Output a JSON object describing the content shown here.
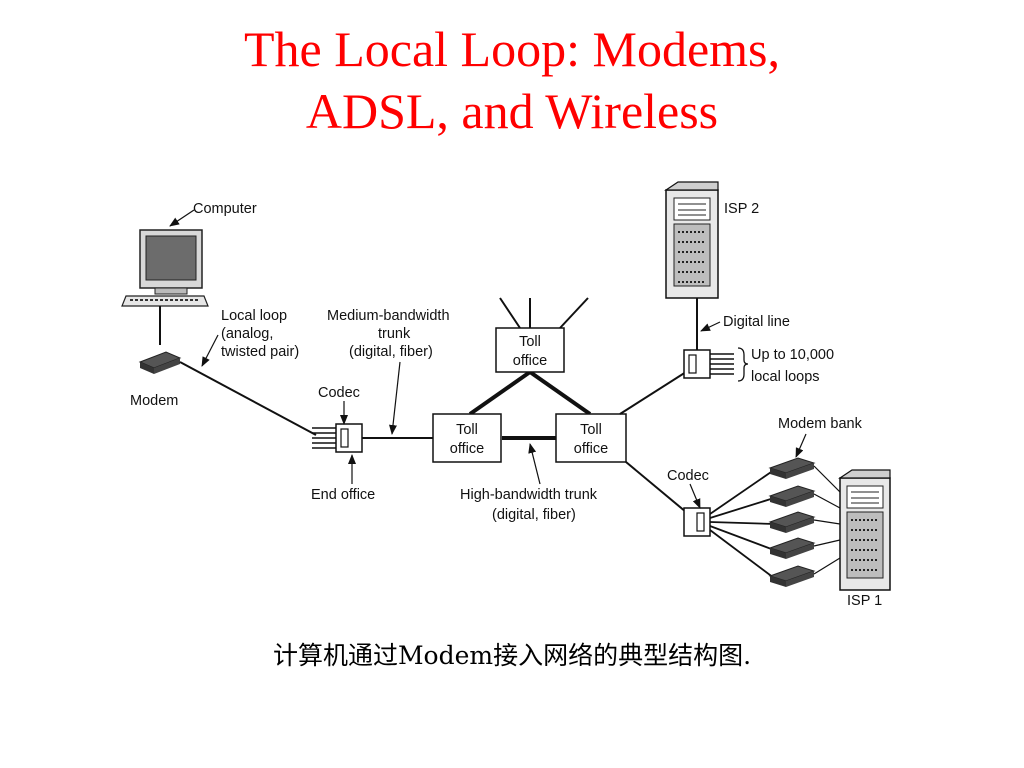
{
  "title": {
    "line1": "The Local Loop: Modems,",
    "line2": "ADSL, and Wireless"
  },
  "diagram": {
    "labels": {
      "computer": "Computer",
      "local_loop_1": "Local loop",
      "local_loop_2": "(analog,",
      "local_loop_3": "twisted pair)",
      "modem": "Modem",
      "codec_left": "Codec",
      "end_office": "End office",
      "medium_trunk_1": "Medium-bandwidth",
      "medium_trunk_2": "trunk",
      "medium_trunk_3": "(digital, fiber)",
      "toll_office": "Toll",
      "toll_office_2": "office",
      "high_trunk_1": "High-bandwidth trunk",
      "high_trunk_2": "(digital, fiber)",
      "isp2": "ISP 2",
      "digital_line": "Digital line",
      "up_to_1": "Up to 10,000",
      "up_to_2": "local loops",
      "modem_bank": "Modem bank",
      "codec_right": "Codec",
      "isp1": "ISP 1"
    }
  },
  "caption": "计算机通过Modem接入网络的典型结构图."
}
